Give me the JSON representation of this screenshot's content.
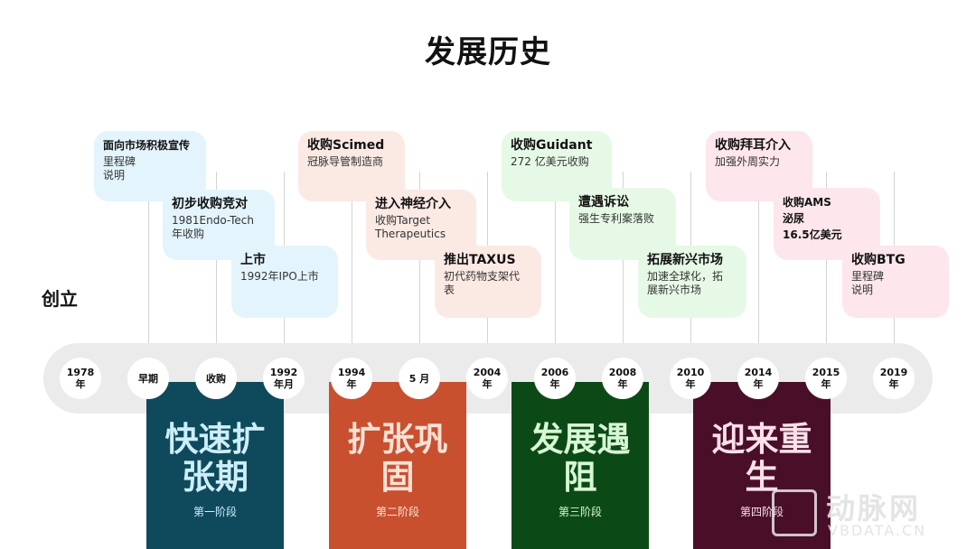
{
  "title": "发展历史",
  "founding_label": "创立",
  "nodes": [
    "1978\n年",
    "早期",
    "收购",
    "1992\n年月",
    "1994\n年",
    "5 月",
    "2004\n年",
    "2006\n年",
    "2008\n年",
    "2010\n年",
    "2014\n年",
    "2015\n年",
    "2019\n年"
  ],
  "cards": [
    {
      "title": "面向市场积极宣传",
      "sub": "里程碑\n说明"
    },
    {
      "title": "初步收购竞对",
      "sub": "1981Endo-Tech\n年收购"
    },
    {
      "title": "上市",
      "sub": "1992年IPO上市"
    },
    {
      "title": "收购Scimed",
      "sub": "冠脉导管制造商"
    },
    {
      "title": "进入神经介入",
      "sub": "收购Target\nTherapeutics"
    },
    {
      "title": "推出TAXUS",
      "sub": "初代药物支架代\n表"
    },
    {
      "title": "收购Guidant",
      "sub": "272 亿美元收购"
    },
    {
      "title": "遭遇诉讼",
      "sub": "强生专利案落败"
    },
    {
      "title": "拓展新兴市场",
      "sub": "加速全球化，拓\n展新兴市场"
    },
    {
      "title": "收购拜耳介入",
      "sub": "加强外周实力"
    },
    {
      "title": "收购AMS\n泌尿\n16.5亿美元",
      "sub": ""
    },
    {
      "title": "收购BTG",
      "sub": "里程碑\n说明"
    }
  ],
  "phases": [
    {
      "title": "快速扩\n张期",
      "label": "第一阶段"
    },
    {
      "title": "扩张巩\n固",
      "label": "第二阶段"
    },
    {
      "title": "发展遇\n阻",
      "label": "第三阶段"
    },
    {
      "title": "迎来重\n生",
      "label": "第四阶段"
    }
  ],
  "watermark": {
    "cn": "动脉网",
    "en": "VBDATA.CN"
  }
}
